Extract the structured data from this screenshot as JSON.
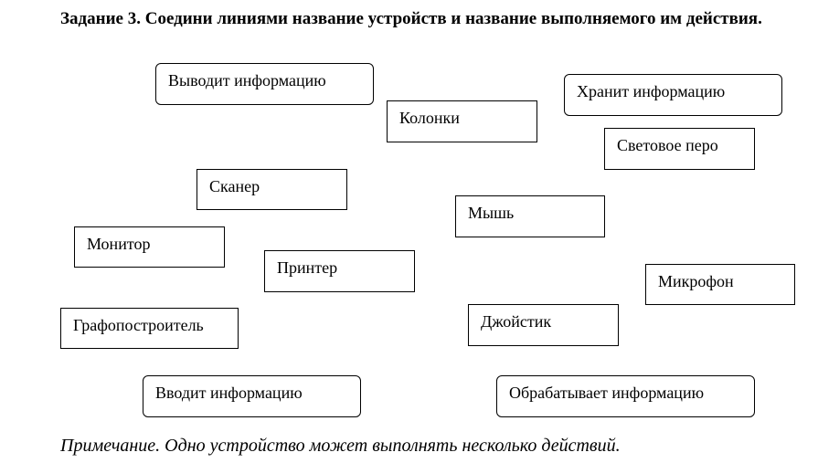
{
  "task": {
    "heading_bold": "Задание 3.",
    "heading_text": " Соедини линиями название устройств и название выполняемого им действия."
  },
  "actions": {
    "output": "Выводит информацию",
    "store": "Хранит информацию",
    "input": "Вводит информацию",
    "process": "Обрабатывает информацию"
  },
  "devices": {
    "speakers": "Колонки",
    "light_pen": "Световое перо",
    "scanner": "Сканер",
    "mouse": "Мышь",
    "monitor": "Монитор",
    "printer": "Принтер",
    "microphone": "Микрофон",
    "plotter": "Графопостроитель",
    "joystick": "Джойстик"
  },
  "note": "Примечание. Одно устройство может выполнять несколько действий."
}
